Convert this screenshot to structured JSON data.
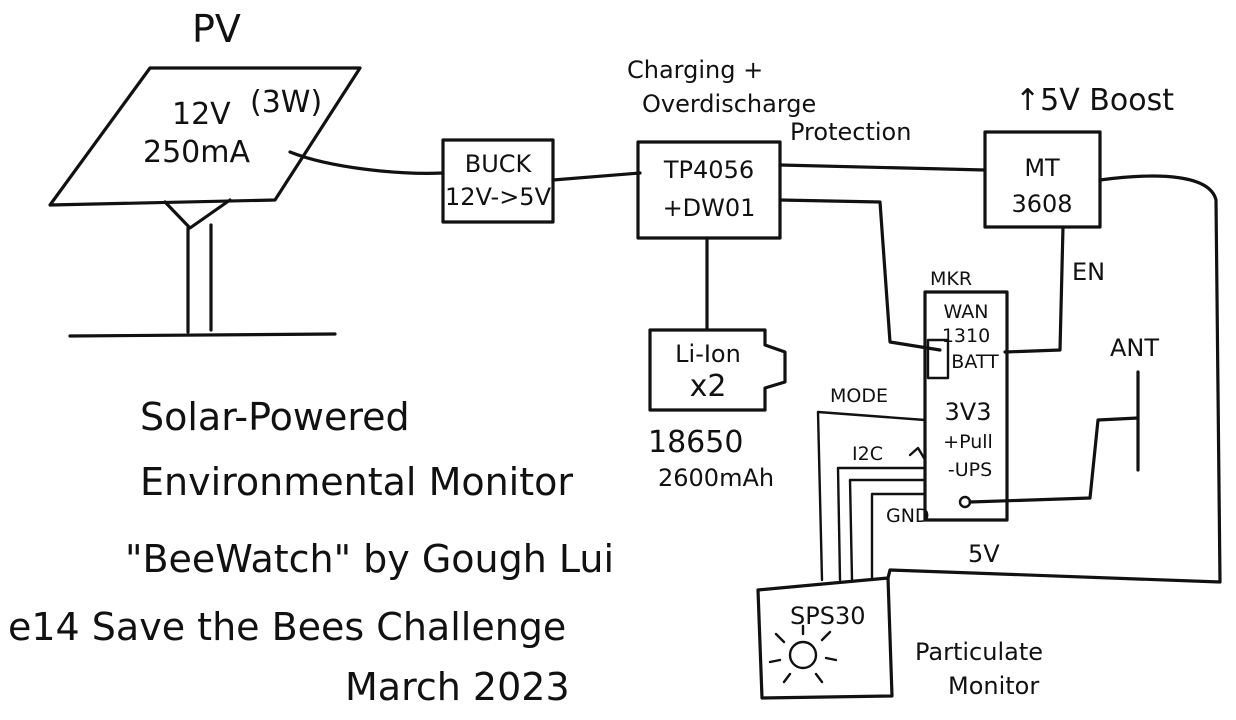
{
  "ink_color": "#111111",
  "background": "#ffffff",
  "pv": {
    "label": "PV",
    "voltage": "12V",
    "power": "(3W)",
    "current": "250mA"
  },
  "buck": {
    "line1": "BUCK",
    "line2": "12V->5V"
  },
  "charger": {
    "note_line1": "Charging +",
    "note_line2": "Overdischarge",
    "note_line3": "Protection",
    "line1": "TP4056",
    "line2": "+DW01"
  },
  "battery": {
    "line1": "Li-Ion",
    "line2": "x2",
    "model": "18650",
    "capacity": "2600mAh"
  },
  "boost": {
    "note": "↑5V Boost",
    "line1": "MT",
    "line2": "3608",
    "en_label": "EN"
  },
  "mcu": {
    "label": "MKR",
    "line1": "WAN",
    "line2": "1310",
    "batt": "BATT",
    "v33": "3V3",
    "pullups1": "+Pull",
    "pullups2": "-UPS",
    "mode_label": "MODE",
    "i2c_label": "I2C",
    "gnd_label": "GND"
  },
  "antenna": {
    "label": "ANT"
  },
  "sensor": {
    "label": "SPS30",
    "note_line1": "Particulate",
    "note_line2": "Monitor",
    "supply_label": "5V"
  },
  "caption": {
    "line1": "Solar-Powered",
    "line2": "Environmental Monitor",
    "line3": "\"BeeWatch\" by Gough Lui",
    "line4": "e14 Save the Bees Challenge",
    "line5": "March 2023"
  }
}
